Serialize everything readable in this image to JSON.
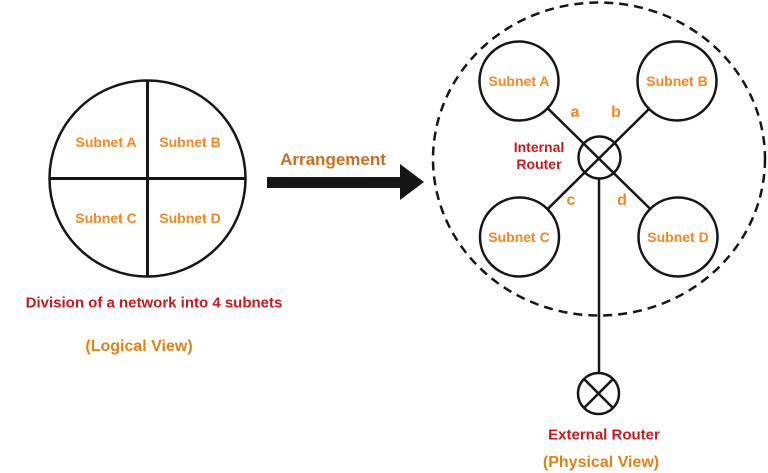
{
  "colors": {
    "label_orange": "#F6861F",
    "caption_orange": "#E08214",
    "arrangement_orange": "#C8701E",
    "red": "#C9191E",
    "line_black": "#161616"
  },
  "logical_view": {
    "quadrants": [
      "Subnet A",
      "Subnet B",
      "Subnet C",
      "Subnet D"
    ],
    "caption": "Division of a network into 4 subnets",
    "view_label": "(Logical View)"
  },
  "transition": {
    "label": "Arrangement",
    "arrow_icon": "right-arrow"
  },
  "physical_view": {
    "subnets": [
      "Subnet A",
      "Subnet B",
      "Subnet C",
      "Subnet D"
    ],
    "links": [
      "a",
      "b",
      "c",
      "d"
    ],
    "internal_router": {
      "line1": "Internal",
      "line2": "Router"
    },
    "external_router_label": "External Router",
    "view_label": "(Physical View)"
  }
}
